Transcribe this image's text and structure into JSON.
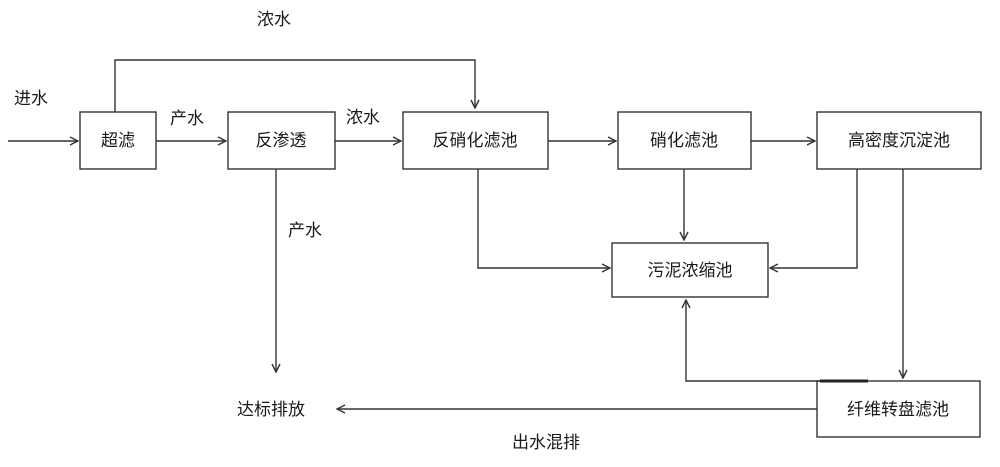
{
  "nodes": {
    "ultrafiltration": "超滤",
    "reverse_osmosis": "反渗透",
    "denitrification_filter": "反硝化滤池",
    "nitrification_filter": "硝化滤池",
    "high_density_clarifier": "高密度沉淀池",
    "sludge_thickener": "污泥浓缩池",
    "fiber_disc_filter": "纤维转盘滤池",
    "discharge": "达标排放"
  },
  "labels": {
    "influent": "进水",
    "uf_product_water": "产水",
    "uf_concentrate": "浓水",
    "ro_concentrate": "浓水",
    "ro_product_water": "产水",
    "mixed_effluent": "出水混排"
  }
}
